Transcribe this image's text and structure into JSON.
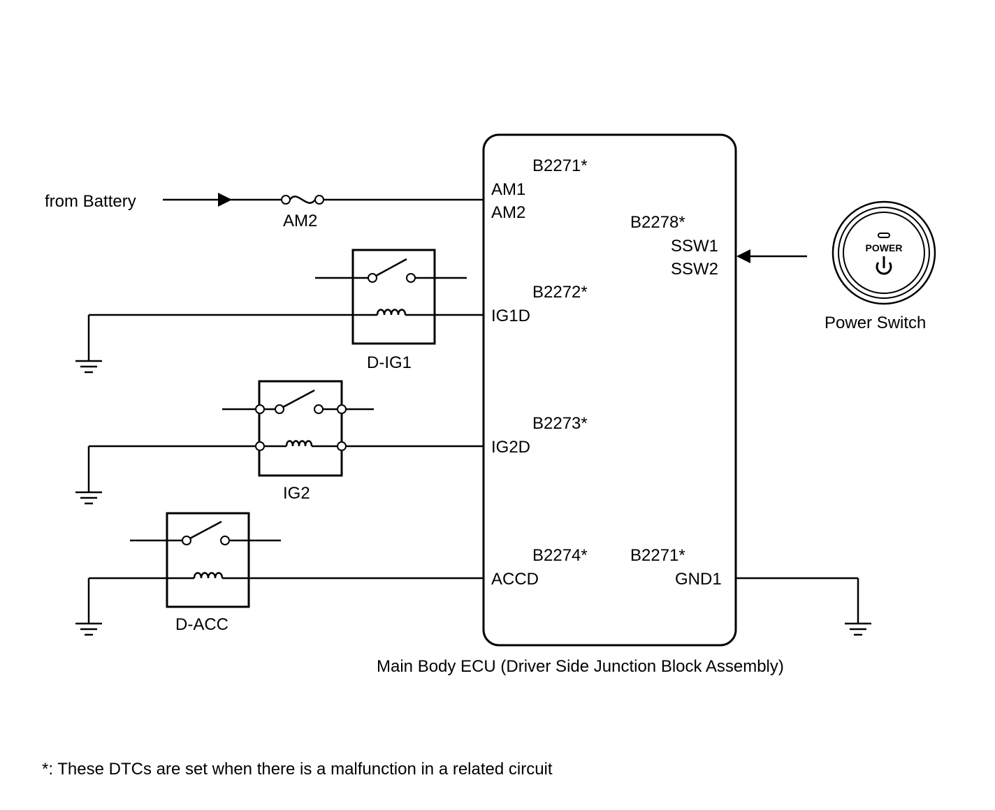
{
  "ecu": {
    "caption": "Main Body ECU (Driver Side Junction Block Assembly)",
    "dtc_am": "B2271*",
    "pin_am1": "AM1",
    "pin_am2": "AM2",
    "dtc_ssw": "B2278*",
    "pin_ssw1": "SSW1",
    "pin_ssw2": "SSW2",
    "dtc_ig1": "B2272*",
    "pin_ig1d": "IG1D",
    "dtc_ig2": "B2273*",
    "pin_ig2d": "IG2D",
    "dtc_acc": "B2274*",
    "pin_accd": "ACCD",
    "dtc_gnd": "B2271*",
    "pin_gnd1": "GND1"
  },
  "battery": {
    "label": "from Battery"
  },
  "fuse": {
    "label": "AM2"
  },
  "relays": {
    "dig1": "D-IG1",
    "ig2": "IG2",
    "dacc": "D-ACC"
  },
  "power_switch": {
    "label": "Power Switch",
    "button_text": "POWER"
  },
  "footnote": "*: These DTCs are set when there is a malfunction in a related circuit"
}
